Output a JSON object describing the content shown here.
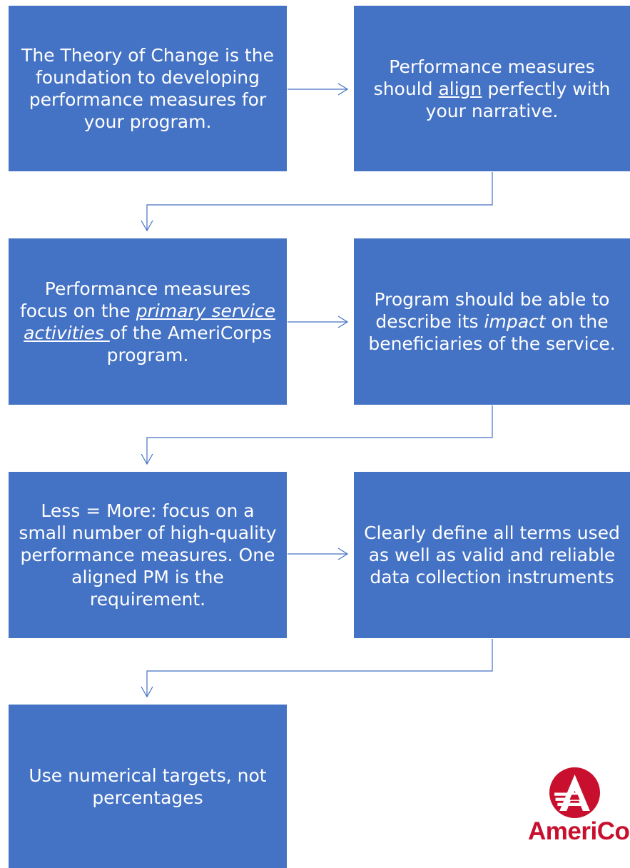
{
  "boxes": [
    {
      "id": "theory-of-change",
      "parts": [
        {
          "text": "The Theory of Change is the foundation to developing performance measures for your program."
        }
      ]
    },
    {
      "id": "align-narrative",
      "parts": [
        {
          "text": "Performance measures should "
        },
        {
          "text": "align",
          "style": "underline"
        },
        {
          "text": " perfectly with your narrative."
        }
      ]
    },
    {
      "id": "primary-service-activities",
      "parts": [
        {
          "text": "Performance measures focus on the "
        },
        {
          "text": "primary service activities ",
          "style": "underline-italic"
        },
        {
          "text": "of the AmeriCorps program."
        }
      ]
    },
    {
      "id": "describe-impact",
      "parts": [
        {
          "text": "Program should be able to describe its "
        },
        {
          "text": "impact",
          "style": "italic"
        },
        {
          "text": " on the beneficiaries of the service."
        }
      ]
    },
    {
      "id": "less-is-more",
      "parts": [
        {
          "text": "Less = More: focus on a small number of high-quality performance measures. One aligned PM is the requirement."
        }
      ]
    },
    {
      "id": "define-terms",
      "parts": [
        {
          "text": "Clearly define all terms used as well as valid and reliable data collection instruments"
        }
      ]
    },
    {
      "id": "numerical-targets",
      "parts": [
        {
          "text": "Use numerical targets, not percentages"
        }
      ]
    }
  ],
  "logo": {
    "wordmark": "AmeriCorps",
    "color": "#c8102e"
  },
  "colors": {
    "box_fill": "#4472c4",
    "box_text": "#ffffff",
    "connector": "#4472c4"
  }
}
